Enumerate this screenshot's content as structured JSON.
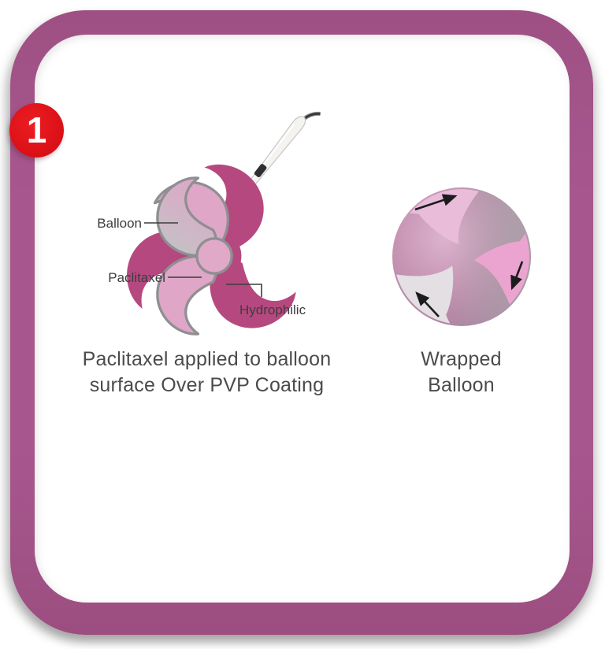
{
  "step_badge": {
    "number": "1",
    "color": "#d91016"
  },
  "panel": {
    "border_color": "#a7578e",
    "background": "#ffffff"
  },
  "balloon_diagram": {
    "labels": {
      "balloon": "Balloon",
      "paclitaxel": "Paclitaxel",
      "hydrophilic": "Hydrophilic"
    },
    "caption": {
      "line1": "Paclitaxel applied to balloon",
      "line2": "surface Over PVP Coating"
    },
    "icons": {
      "catheter": "catheter-tip-icon"
    },
    "colors": {
      "balloon_pink": "#dfa6c7",
      "paclitaxel_magenta": "#b5497f",
      "outline_gray": "#8f8f92"
    }
  },
  "wrapped_balloon": {
    "caption": {
      "line1": "Wrapped",
      "line2": "Balloon"
    },
    "icons": {
      "arrows": "wrap-direction-arrow-icon"
    },
    "colors": {
      "swirl_pink_light": "#e9bcda",
      "swirl_pink_bright": "#eba4cf",
      "swirl_gray": "#e3dfe3",
      "arrow_black": "#1c1c1e"
    }
  }
}
